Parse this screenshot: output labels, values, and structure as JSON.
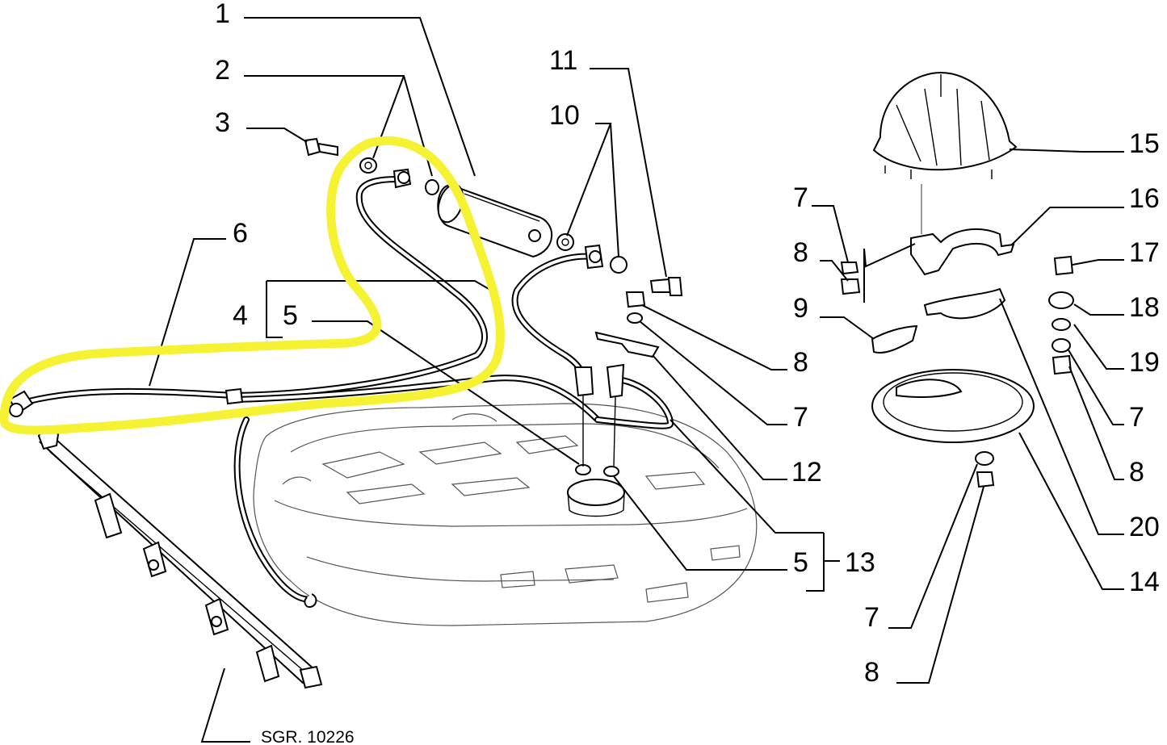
{
  "diagram": {
    "callouts": [
      {
        "id": "c1",
        "text": "1"
      },
      {
        "id": "c2",
        "text": "2"
      },
      {
        "id": "c3",
        "text": "3"
      },
      {
        "id": "c6",
        "text": "6"
      },
      {
        "id": "c4",
        "text": "4"
      },
      {
        "id": "c5a",
        "text": "5"
      },
      {
        "id": "c11",
        "text": "11"
      },
      {
        "id": "c10",
        "text": "10"
      },
      {
        "id": "c15",
        "text": "15"
      },
      {
        "id": "c16",
        "text": "16"
      },
      {
        "id": "c7a",
        "text": "7"
      },
      {
        "id": "c8a",
        "text": "8"
      },
      {
        "id": "c9",
        "text": "9"
      },
      {
        "id": "c17",
        "text": "17"
      },
      {
        "id": "c18",
        "text": "18"
      },
      {
        "id": "c19",
        "text": "19"
      },
      {
        "id": "c7b",
        "text": "7"
      },
      {
        "id": "c8b",
        "text": "8"
      },
      {
        "id": "c8c",
        "text": "8"
      },
      {
        "id": "c7c",
        "text": "7"
      },
      {
        "id": "c12",
        "text": "12"
      },
      {
        "id": "c20",
        "text": "20"
      },
      {
        "id": "c5b",
        "text": "5"
      },
      {
        "id": "c13",
        "text": "13"
      },
      {
        "id": "c14",
        "text": "14"
      },
      {
        "id": "c7d",
        "text": "7"
      },
      {
        "id": "c8d",
        "text": "8"
      }
    ],
    "reference": "SGR. 10226"
  },
  "colors": {
    "highlight": "#f5f233",
    "ink": "#000000",
    "background": "#ffffff"
  }
}
